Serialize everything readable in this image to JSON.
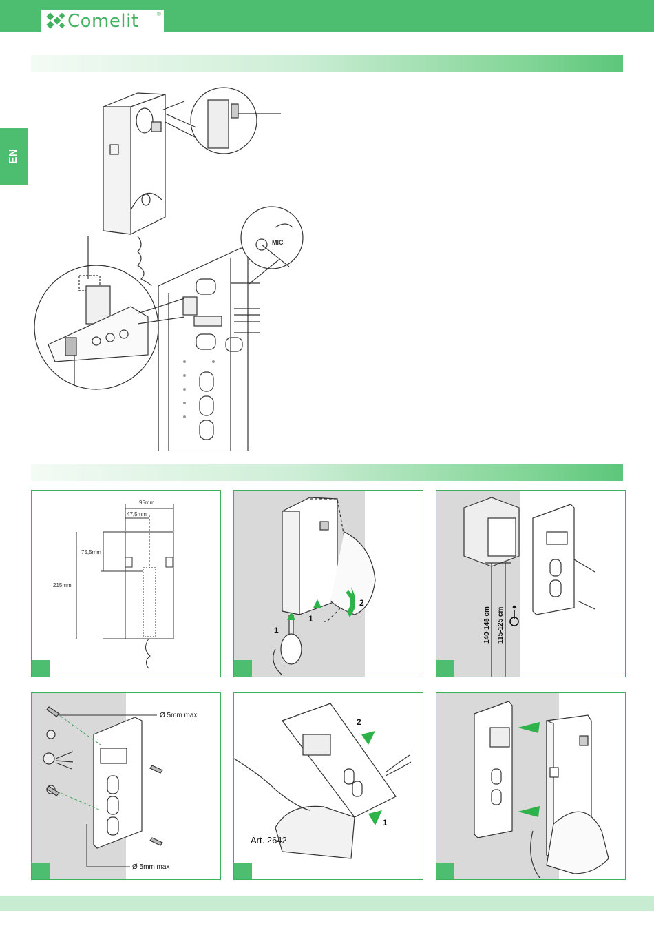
{
  "brand": {
    "name": "Comelit",
    "reg_mark": "®",
    "accent": "#4dbd6f",
    "light_accent": "#c8ecd2"
  },
  "side_tab": {
    "language": "EN"
  },
  "figure_top": {
    "adjust_label": "MIC"
  },
  "panels": [
    {
      "id": "dimensions",
      "labels": {
        "width": "95mm",
        "half_width": "47,5mm",
        "offset": "75,5mm",
        "height": "215mm"
      }
    },
    {
      "id": "open-cover",
      "steps": {
        "step1a": "1",
        "step1b": "1",
        "step2": "2"
      }
    },
    {
      "id": "mounting-height",
      "labels": {
        "height_standard": "140-145 cm",
        "height_accessible": "115-125 cm"
      },
      "accessibility_icon": "wheelchair-icon"
    },
    {
      "id": "wall-fixing",
      "labels": {
        "hole_top": "Ø 5mm max",
        "hole_bottom": "Ø 5mm max"
      }
    },
    {
      "id": "table-stand",
      "labels": {
        "article": "Art. 2642",
        "step1": "1",
        "step2": "2"
      }
    },
    {
      "id": "close-cover"
    }
  ]
}
